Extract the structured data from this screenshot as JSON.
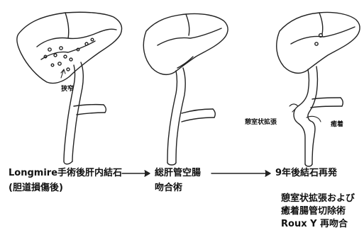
{
  "annotations": {
    "stenosis": "狭窄",
    "diverticular_dilation": "憩室状拡張",
    "adhesion": "癒着"
  },
  "captions": {
    "step1_line1": "Longmire手術後肝内結石",
    "step1_line2": "(胆道損傷後)",
    "step2_line1": "総肝管空腸",
    "step2_line2": "吻合術",
    "step3_line1": "9年後結石再発",
    "step3_block": "憩室状拡張および\n癒着腸管切除術\nRoux Y 再吻合"
  }
}
